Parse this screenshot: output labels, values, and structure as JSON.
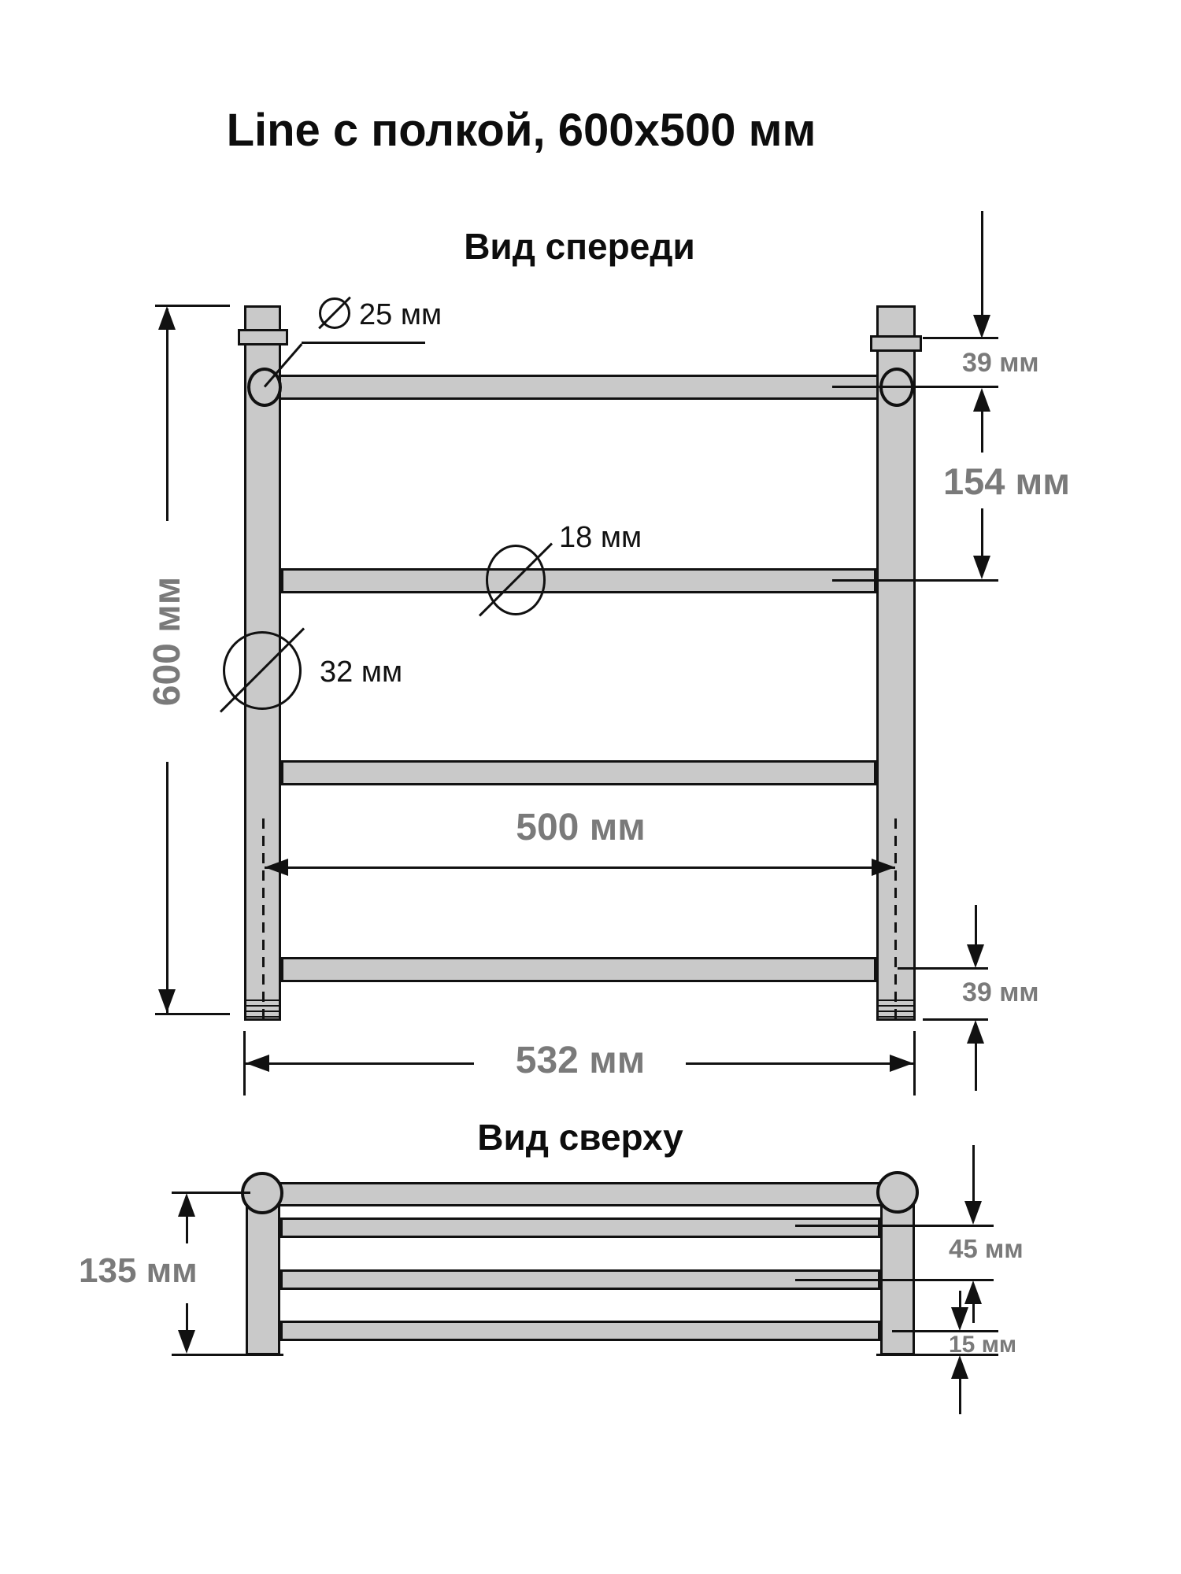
{
  "title": "Line с полкой, 600x500 мм",
  "colors": {
    "fill": "#c9c9c9",
    "line": "#111111",
    "dim_text": "#7a7a7a"
  },
  "front_view": {
    "label": "Вид спереди",
    "diameter_symbol_meaning": "diameter",
    "callout_top_rail": "25 мм",
    "callout_shelf_rail": "18 мм",
    "callout_post": "32 мм",
    "dim_height": "600 мм",
    "dim_top_offset": "39 мм",
    "dim_rail_spacing": "154 мм",
    "dim_width_centers": "500 мм",
    "dim_bottom_offset": "39 мм",
    "dim_width_outer": "532 мм"
  },
  "top_view": {
    "label": "Вид сверху",
    "dim_depth": "135 мм",
    "dim_shelf_gap": "45 мм",
    "dim_edge_offset": "15 мм"
  }
}
